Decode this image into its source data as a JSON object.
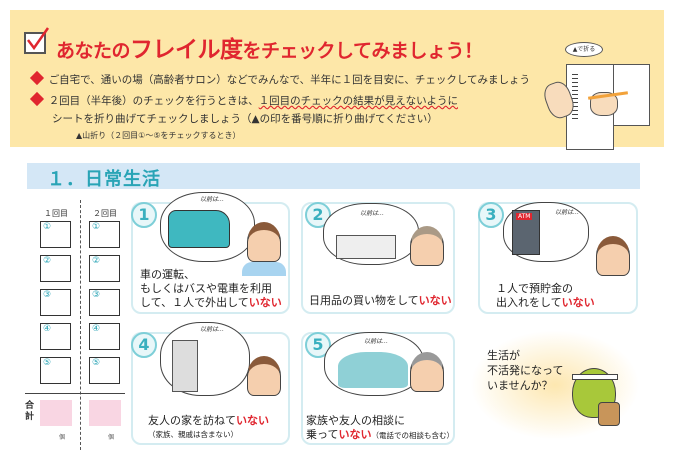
{
  "header": {
    "title_pre": "あなたの",
    "title_em": "フレイル度",
    "title_post": "をチェックしてみましょう！",
    "bullet1": "ご自宅で、通いの場（高齢者サロン）などでみんなで、半年に１回を目安に、チェックしてみましょう",
    "bullet2_a": "２回目（半年後）のチェックを行うときは、",
    "bullet2_b": "１回目のチェックの結果が見えないように",
    "bullet2_c": "シートを折り曲げてチェックしましょう（▲の印を番号順に折り曲げてください）",
    "note": "▲山折り（２回目①～⑤をチェックするとき）",
    "fold_bubble": "▲で折る"
  },
  "section": {
    "title": "１．日常生活"
  },
  "checksheet": {
    "col1": "１回目",
    "col2": "２回目",
    "items": [
      "①",
      "②",
      "③",
      "④",
      "⑤"
    ],
    "total_label": "合計",
    "unit": "個"
  },
  "thought": "以前は…",
  "cards": [
    {
      "num": "1",
      "line1": "車の運転、",
      "line2": "もしくはバスや電車を利用",
      "line3": "して、１人で外出して",
      "neg": "いない"
    },
    {
      "num": "2",
      "line1": "日用品の買い物をして",
      "neg": "いない"
    },
    {
      "num": "3",
      "line1": "１人で預貯金の",
      "line2": "出入れをして",
      "neg": "いない",
      "atm": "ATM"
    },
    {
      "num": "4",
      "line1": "友人の家を訪ねて",
      "neg": "いない",
      "sub": "（家族、親戚は含まない）"
    },
    {
      "num": "5",
      "line1": "家族や友人の相談に",
      "line2": "乗って",
      "neg": "いない",
      "sub": "（電話での相談も含む）"
    }
  ],
  "mascot": {
    "text1": "生活が",
    "text2": "不活発になって",
    "text3": "いませんか？"
  },
  "colors": {
    "red": "#e0262f",
    "teal": "#29a4b6",
    "yellow": "#fde7a8",
    "band": "#d4e7f6",
    "pink": "#f9d6e3"
  }
}
